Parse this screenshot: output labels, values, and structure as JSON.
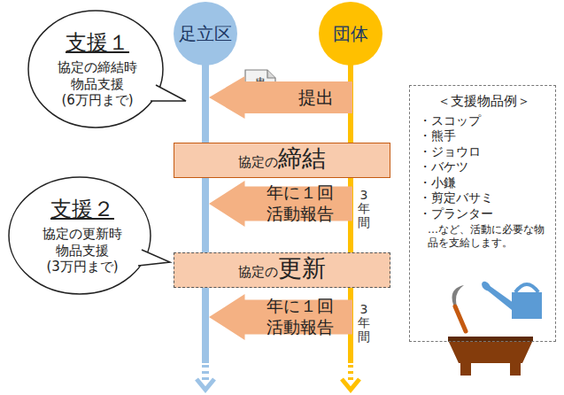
{
  "diagram": {
    "nodes": [
      {
        "text": [
          "足立区"
        ]
      },
      {
        "text": [
          "団体"
        ]
      },
      {
        "text": [
          "支援１",
          "協定の締結時 物品支援 (6万円まで)"
        ]
      },
      {
        "text": [
          "申請書"
        ]
      },
      {
        "text": [
          "提出"
        ]
      },
      {
        "text": [
          "協定の",
          "締結"
        ]
      },
      {
        "text": [
          "年に１回 活動報告"
        ]
      },
      {
        "text": [
          "支援２",
          "協定の更新時 物品支援 (3万円まで)"
        ]
      },
      {
        "text": [
          "協定の",
          "更新"
        ]
      },
      {
        "text": [
          "年に１回 活動報告"
        ]
      },
      {
        "text": [
          "＜支援物品例＞",
          "・スコップ",
          "・熊手",
          "・ジョウロ",
          "・バケツ",
          "・小鎌",
          "・剪定バサミ",
          "・プランター",
          "…など、活動に必要な物品を支給します。"
        ]
      }
    ],
    "labels": [
      "3年間",
      "3年間"
    ]
  }
}
